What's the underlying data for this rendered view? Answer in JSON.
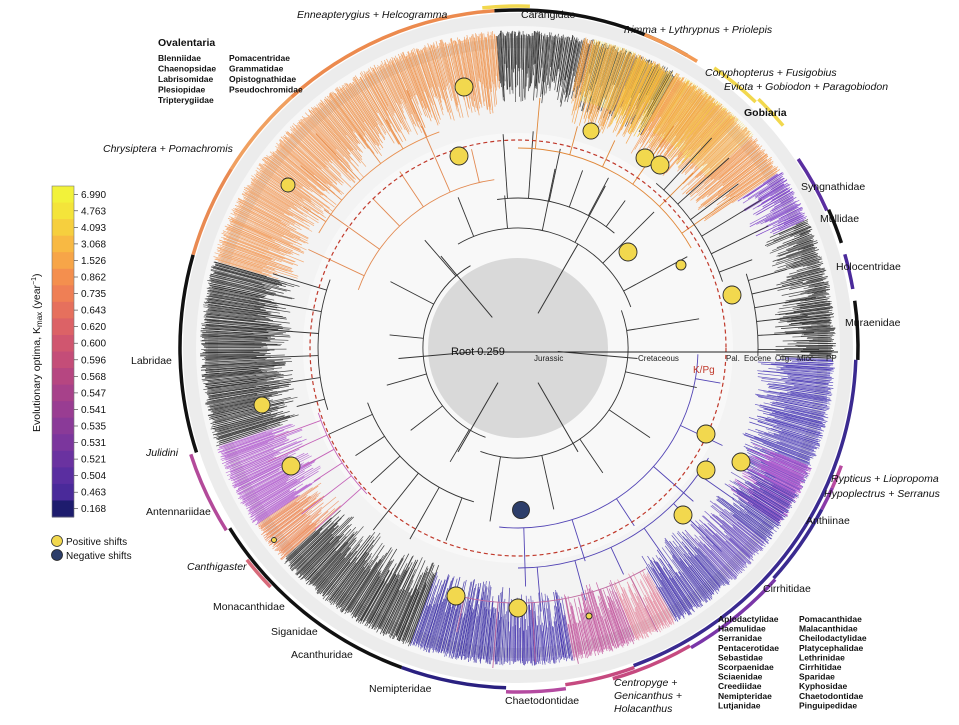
{
  "root_label": "Root 0.259",
  "kpg_label": "K/Pg",
  "time_scale": [
    "Jurassic",
    "Cretaceous",
    "Pal.",
    "Eocene",
    "Olig.",
    "Mioc.",
    "PP"
  ],
  "colorbar": {
    "title": "Evolutionary optima, K",
    "title_sub": "max",
    "title_unit": " (year",
    "title_exp": "−1",
    "title_close": ")",
    "ticks": [
      "6.990",
      "4.763",
      "4.093",
      "3.068",
      "1.526",
      "0.862",
      "0.735",
      "0.643",
      "0.620",
      "0.600",
      "0.596",
      "0.568",
      "0.547",
      "0.541",
      "0.535",
      "0.531",
      "0.521",
      "0.504",
      "0.463",
      "0.168"
    ],
    "colors": [
      "#f2f23a",
      "#f4e43a",
      "#f6cf3e",
      "#f8b943",
      "#f7a548",
      "#f48f4e",
      "#ef7f55",
      "#e6705d",
      "#dc6266",
      "#d0566f",
      "#c44d78",
      "#b64681",
      "#a7418a",
      "#993d92",
      "#8a3a98",
      "#7b369d",
      "#6a32a0",
      "#5a2ea0",
      "#4a2a9a",
      "#1e1c6e"
    ]
  },
  "legend": {
    "positive": "Positive shifts",
    "negative": "Negative shifts",
    "positive_color": "#f2d84e",
    "negative_color": "#2d3e6a"
  },
  "clades": {
    "enneapterygius": "Enneapterygius + Helcogramma",
    "carangidae": "Carangidae",
    "trimma": "Trimma + Lythrypnus + Priolepis",
    "coryphopterus": "Coryphopterus + Fusigobius",
    "eviota": "Eviota + Gobiodon + Paragobiodon",
    "gobiaria": "Gobiaria",
    "syngnathidae": "Syngnathidae",
    "mullidae": "Mullidae",
    "holocentridae": "Holocentridae",
    "muraenidae": "Muraenidae",
    "rypticus": "Rypticus + Liopropoma",
    "hypoplectrus": "Hypoplectrus + Serranus",
    "anthiinae": "Anthiinae",
    "cirrhitidae": "Cirrhitidae",
    "centropyge1": "Centropyge +",
    "centropyge2": "Genicanthus +",
    "centropyge3": "Holacanthus",
    "chaetodontidae": "Chaetodontidae",
    "nemipteridae": "Nemipteridae",
    "acanthuridae": "Acanthuridae",
    "siganidae": "Siganidae",
    "monacanthidae": "Monacanthidae",
    "canthigaster": "Canthigaster",
    "antennariidae": "Antennariidae",
    "julidini": "Julidini",
    "labridae": "Labridae",
    "chrysiptera": "Chrysiptera + Pomachromis",
    "ovalentaria": "Ovalentaria"
  },
  "ovalentaria_families": {
    "col1": [
      "Blenniidae",
      "Chaenopsidae",
      "Labrisomidae",
      "Plesiopidae",
      "Tripterygiidae"
    ],
    "col2": [
      "Pomacentridae",
      "Grammatidae",
      "Opistognathidae",
      "Pseudochromidae"
    ]
  },
  "eupercaria_families": {
    "col1": [
      "Aplodactylidae",
      "Haemulidae",
      "Serranidae",
      "Pentacerotidae",
      "Sebastidae",
      "Scorpaenidae",
      "Sciaenidae",
      "Creediidae",
      "Nemipteridae",
      "Lutjanidae"
    ],
    "col2": [
      "Pomacanthidae",
      "Malacanthidae",
      "Cheilodactylidae",
      "Platycephalidae",
      "Lethrinidae",
      "Cirrhitidae",
      "Sparidae",
      "Kyphosidae",
      "Chaetodontidae",
      "Pinguipedidae"
    ]
  }
}
